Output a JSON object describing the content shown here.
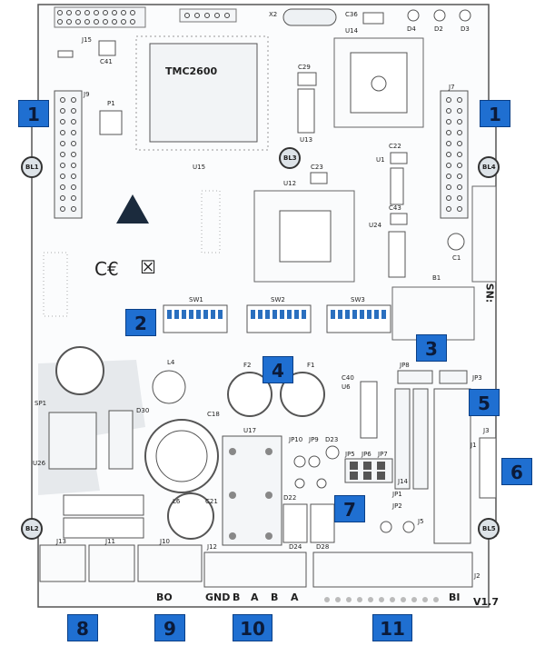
{
  "board": {
    "version": "V1.7",
    "chip_main": "TMC2600",
    "sn_label": "SN:",
    "connector_text": {
      "gnd": "GND",
      "b1": "B",
      "a1": "A",
      "b2": "B",
      "a2": "A",
      "bi": "BI",
      "bo": "BO"
    }
  },
  "components": {
    "J15": "J15",
    "J9": "J9",
    "J7": "J7",
    "X2": "X2",
    "C36": "C36",
    "D4": "D4",
    "D2": "D2",
    "D3": "D3",
    "U14": "U14",
    "C41": "C41",
    "U15": "U15",
    "P1": "P1",
    "C29": "C29",
    "U13": "U13",
    "BL1": "BL1",
    "BL3": "BL3",
    "BL4": "BL4",
    "C23": "C23",
    "U12": "U12",
    "U1": "U1",
    "C22": "C22",
    "C43": "C43",
    "U24": "U24",
    "C1": "C1",
    "B1": "B1",
    "SW1": "SW1",
    "SW2": "SW2",
    "SW3": "SW3",
    "JP8": "JP8",
    "JP3": "JP3",
    "C40": "C40",
    "U6": "U6",
    "F1": "F1",
    "F2": "F2",
    "L4": "L4",
    "SP1": "SP1",
    "D30": "D30",
    "C18": "C18",
    "U26": "U26",
    "U17": "U17",
    "JP10": "JP10",
    "JP9": "JP9",
    "D23": "D23",
    "JP5": "JP5",
    "JP6": "JP6",
    "JP7": "JP7",
    "JP1": "JP1",
    "JP2": "JP2",
    "J14": "J14",
    "J3": "J3",
    "J1": "J1",
    "D22": "D22",
    "J5": "J5",
    "L6": "L6",
    "C21": "C21",
    "BL2": "BL2",
    "BL5": "BL5",
    "J13": "J13",
    "J11": "J11",
    "J10": "J10",
    "J12": "J12",
    "J2": "J2",
    "D24": "D24",
    "D28": "D28"
  },
  "callouts": [
    "1",
    "1",
    "2",
    "3",
    "4",
    "5",
    "6",
    "7",
    "8",
    "9",
    "10",
    "11"
  ]
}
